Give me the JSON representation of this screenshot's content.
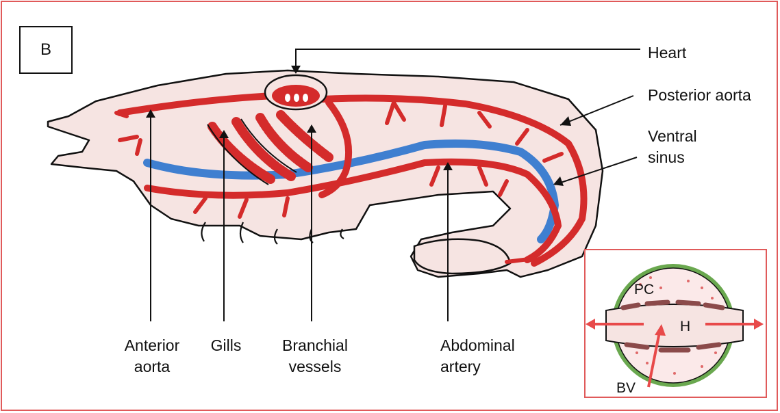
{
  "panel_letter": "B",
  "labels": {
    "heart": "Heart",
    "posterior_aorta": "Posterior aorta",
    "ventral_sinus_1": "Ventral",
    "ventral_sinus_2": "sinus",
    "anterior_aorta_1": "Anterior",
    "anterior_aorta_2": "aorta",
    "gills": "Gills",
    "branchial_vessels_1": "Branchial",
    "branchial_vessels_2": "vessels",
    "abdominal_artery_1": "Abdominal",
    "abdominal_artery_2": "artery"
  },
  "inset": {
    "pc": "PC",
    "h": "H",
    "bv": "BV"
  },
  "colors": {
    "frame": "#e05a5a",
    "artery": "#d42b2b",
    "sinus": "#3f7fd0",
    "body": "#f6e4e2",
    "pericardium": "#6aa84f"
  }
}
